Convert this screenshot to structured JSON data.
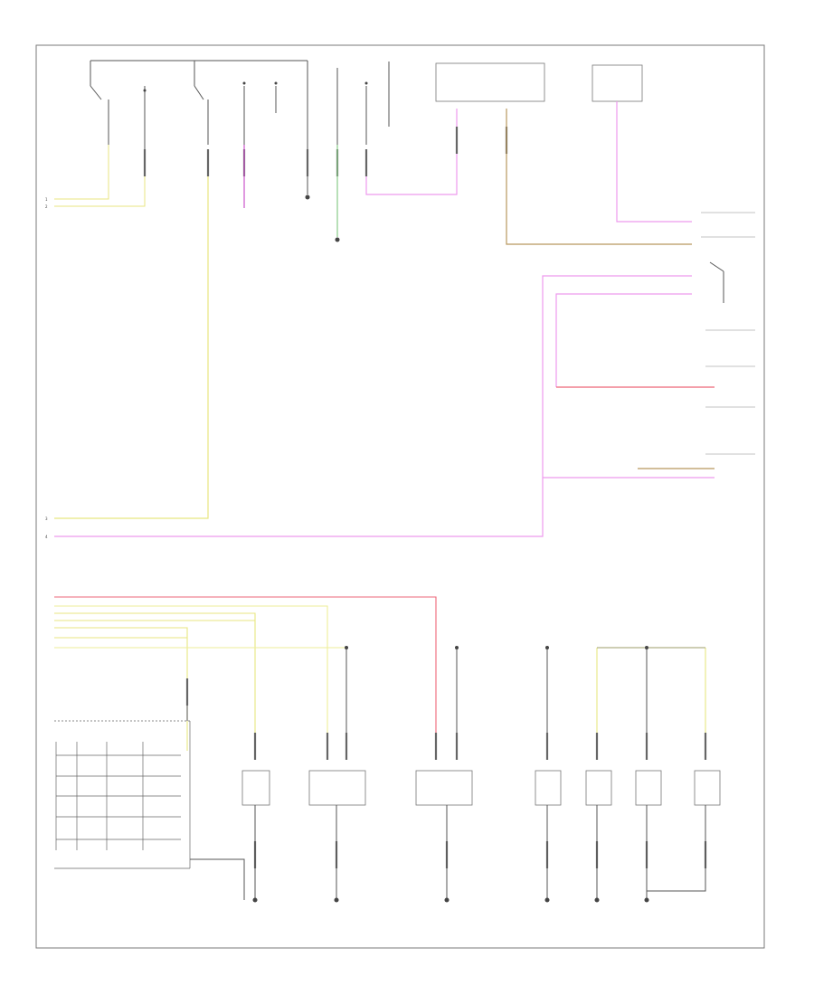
{
  "diagram": {
    "footer_code": "",
    "left_pins": [
      "1",
      "2",
      "3",
      "4"
    ],
    "small_labels": {
      "top_left_a": "",
      "top_left_b": "",
      "right_note_1": "",
      "right_note_2": "",
      "lower_left_block": "",
      "bottom_center": ""
    }
  },
  "colors": {
    "frame": "#7a7a7a",
    "wire_dark": "#555555",
    "wire_yellow": "#e8e680",
    "wire_pink": "#ee9aee",
    "wire_magenta": "#cc55cc",
    "wire_tan": "#b8985e",
    "wire_green": "#88cc88",
    "wire_red": "#ee6677",
    "wire_lightyellow": "#eeee99"
  }
}
